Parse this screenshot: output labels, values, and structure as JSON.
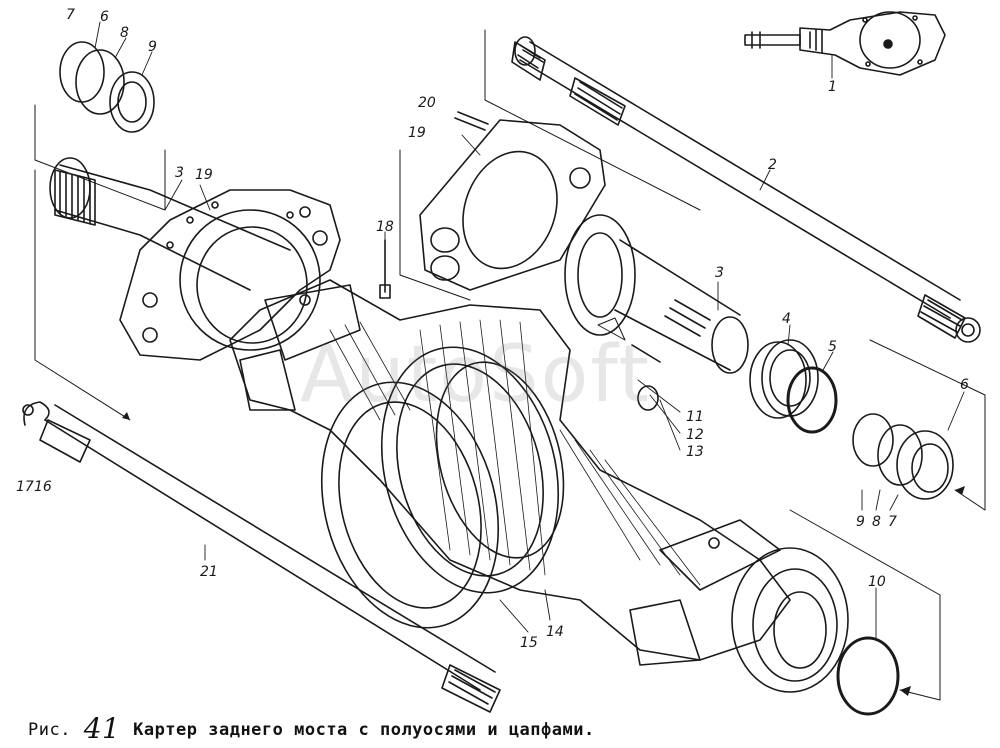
{
  "caption": {
    "prefix": "Рис.",
    "number": "41",
    "title": "Картер заднего моста с полуосями и цапфами."
  },
  "watermark": "AutoSoft",
  "callouts": [
    "1",
    "2",
    "3",
    "19",
    "3",
    "4",
    "5",
    "6",
    "7",
    "6",
    "8",
    "9",
    "9",
    "8",
    "7",
    "10",
    "11",
    "12",
    "13",
    "14",
    "15",
    "16",
    "17",
    "18",
    "19",
    "20",
    "21"
  ],
  "colors": {
    "ink": "#1a1a1a",
    "paper": "#ffffff"
  }
}
